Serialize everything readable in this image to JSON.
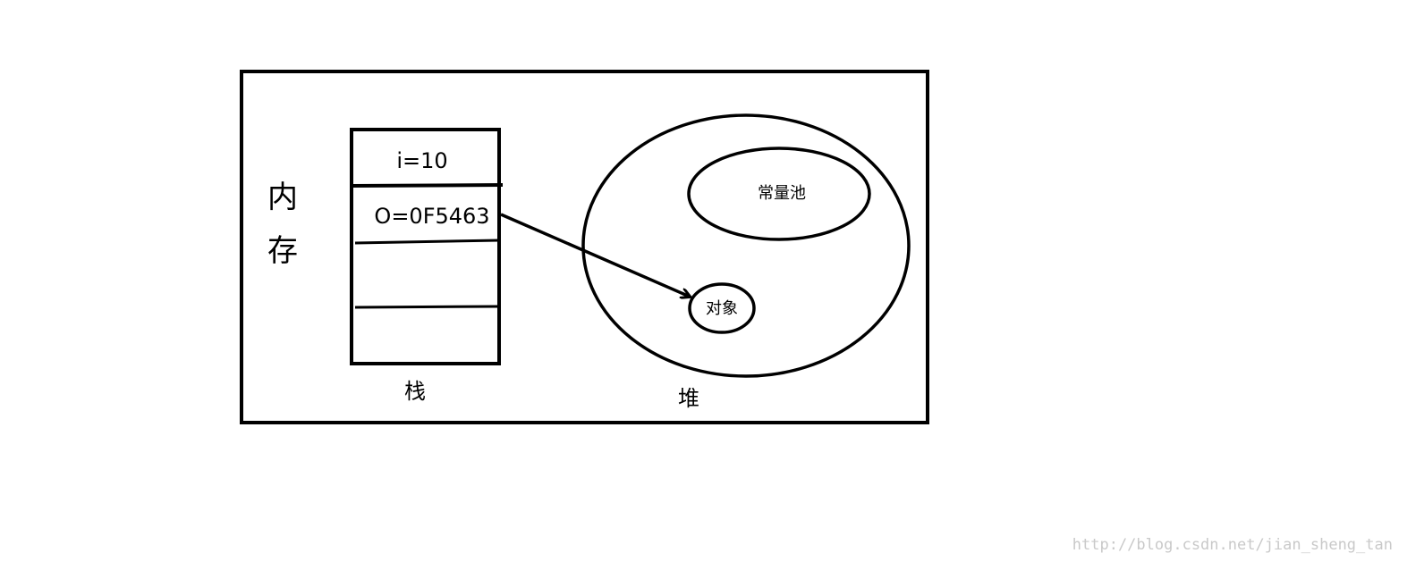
{
  "memory": {
    "label_line1": "内",
    "label_line2": "存"
  },
  "stack": {
    "label": "栈",
    "slots": [
      "i=10",
      "O=0F5463",
      "",
      ""
    ]
  },
  "heap": {
    "label": "堆",
    "constant_pool": "常量池",
    "object": "对象"
  },
  "watermark": "http://blog.csdn.net/jian_sheng_tan"
}
